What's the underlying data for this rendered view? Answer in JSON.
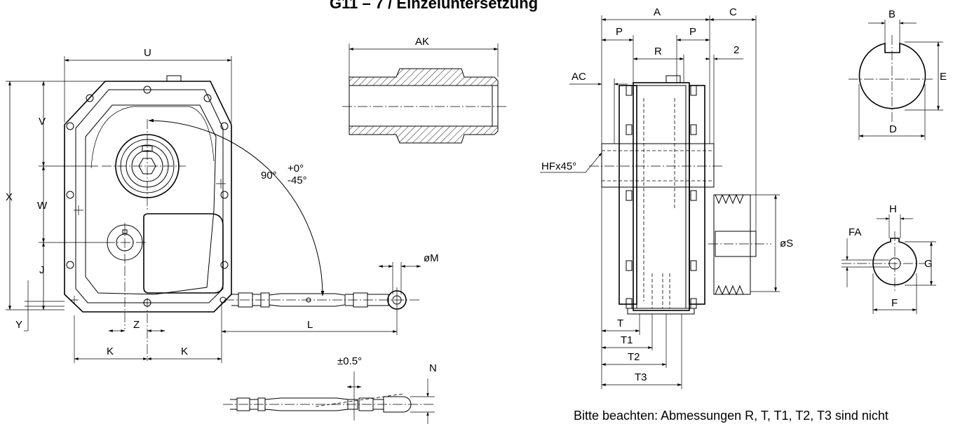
{
  "title": "G11 – 7 / Einzeluntersetzung",
  "note": "Bitte beachten: Abmessungen R, T, T1, T2, T3 sind nicht",
  "front_view": {
    "dims": {
      "U": "U",
      "V": "V",
      "W": "W",
      "X": "X",
      "J": "J",
      "Y": "Y",
      "Z": "Z",
      "K1": "K",
      "K2": "K",
      "L": "L",
      "M": "øM",
      "N": "N"
    },
    "angle_main": "90°",
    "angle_plus": "+0°",
    "angle_minus": "-45°",
    "tolerance": "±0.5°"
  },
  "shaft_section": {
    "AK": "AK"
  },
  "side_view": {
    "dims": {
      "A": "A",
      "C": "C",
      "P1": "P",
      "P2": "P",
      "R": "R",
      "two": "2",
      "AC": "AC",
      "HF": "HFx45°",
      "S": "øS",
      "T": "T",
      "T1": "T1",
      "T2": "T2",
      "T3": "T3"
    }
  },
  "keyway_large": {
    "B": "B",
    "E": "E",
    "D": "D"
  },
  "keyway_small": {
    "H": "H",
    "FA": "FA",
    "G": "G",
    "F": "F"
  }
}
